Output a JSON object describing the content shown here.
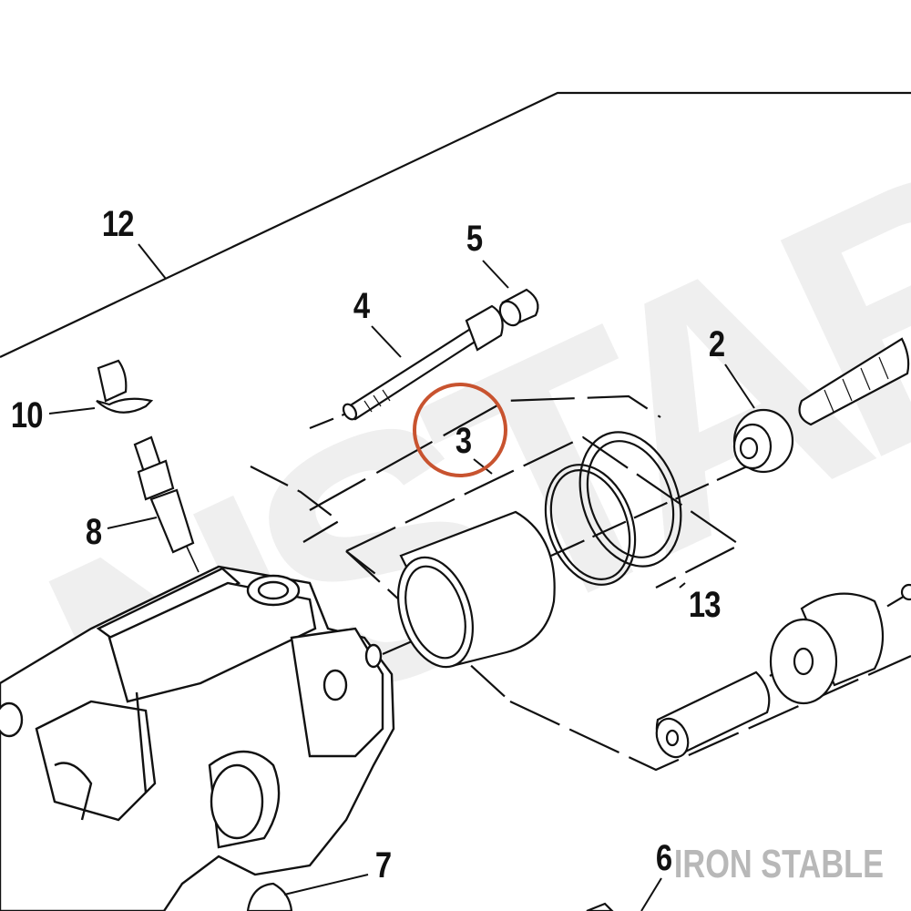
{
  "callouts": {
    "c12": "12",
    "c5": "5",
    "c4": "4",
    "c2": "2",
    "c10": "10",
    "c3": "3",
    "c8": "8",
    "c13": "13",
    "c7": "7",
    "c6": "6"
  },
  "watermark": {
    "brand": "IRON STABLE"
  },
  "colors": {
    "highlight_circle": "#c8532f",
    "line": "#111111",
    "watermark": "#eeeeee",
    "brand": "#b8b8b8"
  }
}
